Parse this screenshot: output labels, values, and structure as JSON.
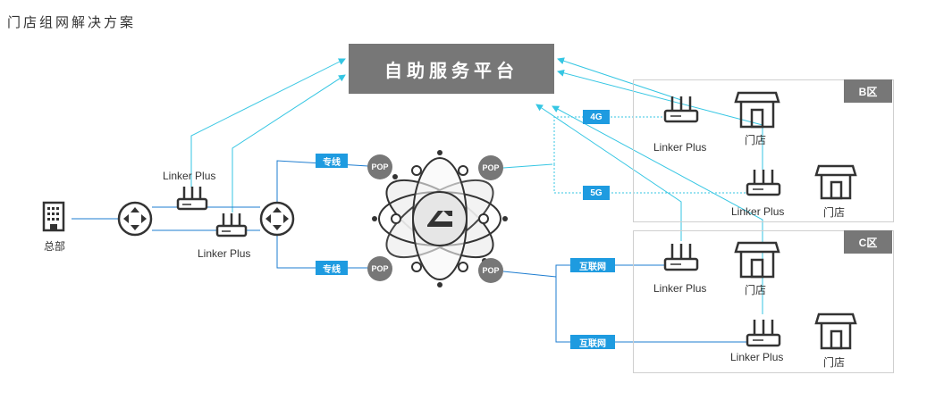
{
  "title": "门店组网解决方案",
  "platform": "自助服务平台",
  "hq_label": "总部",
  "router_label": "Linker Plus",
  "store_label": "门店",
  "zone_b": "B区",
  "zone_c": "C区",
  "link_tags": {
    "dedicated": "专线",
    "g4": "4G",
    "g5": "5G",
    "internet": "互联网"
  },
  "pop_label": "POP",
  "colors": {
    "cyan_line": "#35c6e3",
    "blue_line": "#1e7dd0",
    "tag_blue": "#1e9be0",
    "gray_box": "#777777"
  }
}
